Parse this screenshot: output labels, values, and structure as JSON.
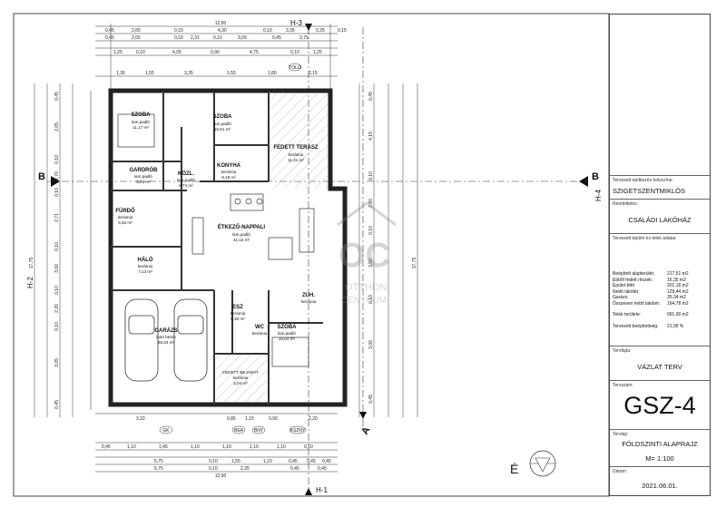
{
  "section_marks": {
    "b": "B",
    "h1": "H-1",
    "h2": "H-2",
    "h3": "H-3",
    "h4": "H-4",
    "a": "A"
  },
  "north": "É",
  "watermark": {
    "line1": "OTTHON",
    "line2": "CENTRUM",
    "logo": "OC"
  },
  "rooms": {
    "szoba1": {
      "name": "SZOBA",
      "floor": "lam.padló",
      "area": "11,17 m²"
    },
    "szoba2": {
      "name": "SZOBA",
      "floor": "lam.padló",
      "area": "10,81 m²"
    },
    "fedett_terasz": {
      "name": "FEDETT TERASZ",
      "floor": "kerámia",
      "area": "11,31 m²"
    },
    "gardrob": {
      "name": "GARDRÓB",
      "floor": "lam.padló",
      "area": "5,03 m²"
    },
    "kozl": {
      "name": "KÖZL.",
      "floor": "lam.padló",
      "area": "8,74 m²"
    },
    "konyha": {
      "name": "KONYHA",
      "floor": "kerámia",
      "area": "9,18 m²"
    },
    "furdo": {
      "name": "FÜRDŐ",
      "floor": "kerámia",
      "area": "5,82 m²"
    },
    "etkezo": {
      "name": "ÉTKEZŐ-NAPPALI",
      "floor": "lam.padló",
      "area": "41,16 m²"
    },
    "halo": {
      "name": "HÁLÓ",
      "floor": "kerámia",
      "area": "7,13 m²"
    },
    "garazs": {
      "name": "GARÁZS",
      "floor": "ipari beton",
      "area": "35,34 m²"
    },
    "esz": {
      "name": "ESZ",
      "floor": "kerámia",
      "area": "8,30 m²"
    },
    "zuh": {
      "name": "ZUH.",
      "floor": "kerámia",
      "area": ""
    },
    "wc": {
      "name": "WC",
      "floor": "kerámia",
      "area": ""
    },
    "szoba3": {
      "name": "SZOBA",
      "floor": "lam.padló",
      "area": "10,63 m²"
    },
    "fedett_bejarat": {
      "name": "FEDETT BEJÁRAT",
      "floor": "kerámia",
      "area": "2,04 m²"
    }
  },
  "axis_labels": [
    "GK",
    "BEA",
    "BNY",
    "KSZNY",
    "TOLÓ"
  ],
  "top_dims": {
    "total": "12,90",
    "row1": [
      "0,45",
      "2,65",
      "0,10",
      "4,30",
      "0,10",
      "3,35",
      "0,25",
      "0,15"
    ],
    "row2": [
      "0,45",
      "2,65",
      "0,10",
      "2,31",
      "0,10",
      "3,09",
      "0,45",
      "3,75"
    ],
    "row3": [
      "1,25",
      "0,10",
      "4,05",
      "0,90",
      "4,75",
      "0,10",
      "1,25"
    ],
    "row4": [
      "1,35",
      "1,55",
      "3,35",
      "1,55",
      "1,80",
      "2,15"
    ]
  },
  "bottom_dims": {
    "row1": [
      "3,32",
      "0,85",
      "1,15",
      "0,90",
      "2,20"
    ],
    "row2": [
      "0,45",
      "1,10",
      "1,45",
      "1,10",
      "1,10",
      "1,10",
      "1,10",
      "0,10"
    ],
    "row3": [
      "5,75",
      "0,10",
      "1,55",
      "1,10",
      "0,45",
      "0,45",
      "0,45"
    ],
    "row4": [
      "5,75",
      "0,10",
      "2,35",
      "0,45",
      "0,45"
    ],
    "total": "12,90"
  },
  "left_dims": [
    "0,45",
    "2,65",
    "0,10",
    "2,70",
    "0,10",
    "2,71",
    "0,10",
    "3,00",
    "0,10",
    "2,20",
    "0,10",
    "3,05",
    "0,45"
  ],
  "left_total": "17,75",
  "right_dims": [
    "0,45",
    "4,15",
    "0,10",
    "2,80",
    "0,10",
    "3,50",
    "0,10",
    "3,00",
    "0,45"
  ],
  "right_total": "17,75",
  "title_block": {
    "site_label": "Tervezett építkezés helyszíne:",
    "site": "SZIGETSZENTMIKLÓS",
    "purpose_label": "Rendeltetés:",
    "purpose": "CSALÁDI LAKÓHÁZ",
    "data_label": "Tervezett épület és telek adatai:",
    "data": [
      {
        "k": "Beépített alapterület:",
        "v": "217,51 m2"
      },
      {
        "k": "Ebből fedett részek:",
        "v": "16,35 m2"
      },
      {
        "k": "Épület bttó:",
        "v": "201,16 m2"
      },
      {
        "k": "Nettó lakótér:",
        "v": "129,44 m2"
      },
      {
        "k": "Garázs:",
        "v": "35,34 m2"
      },
      {
        "k": "Összesen nettó lakótér:",
        "v": "164,78 m2"
      }
    ],
    "plot_k": "Telek területe:",
    "plot_v": "991,00 m2",
    "ratio_k": "Tervezett beépítettség:",
    "ratio_v": "21,95 %",
    "phase_label": "Tervfajta:",
    "phase": "VÁZLAT TERV",
    "number_label": "Tervszám:",
    "number": "GSZ-4",
    "sheet_label": "Tervlap:",
    "sheet": "FÖLDSZINTI ALAPRAJZ",
    "scale": "M= 1:100",
    "date_label": "Dátum:",
    "date": "2021.06.01."
  }
}
